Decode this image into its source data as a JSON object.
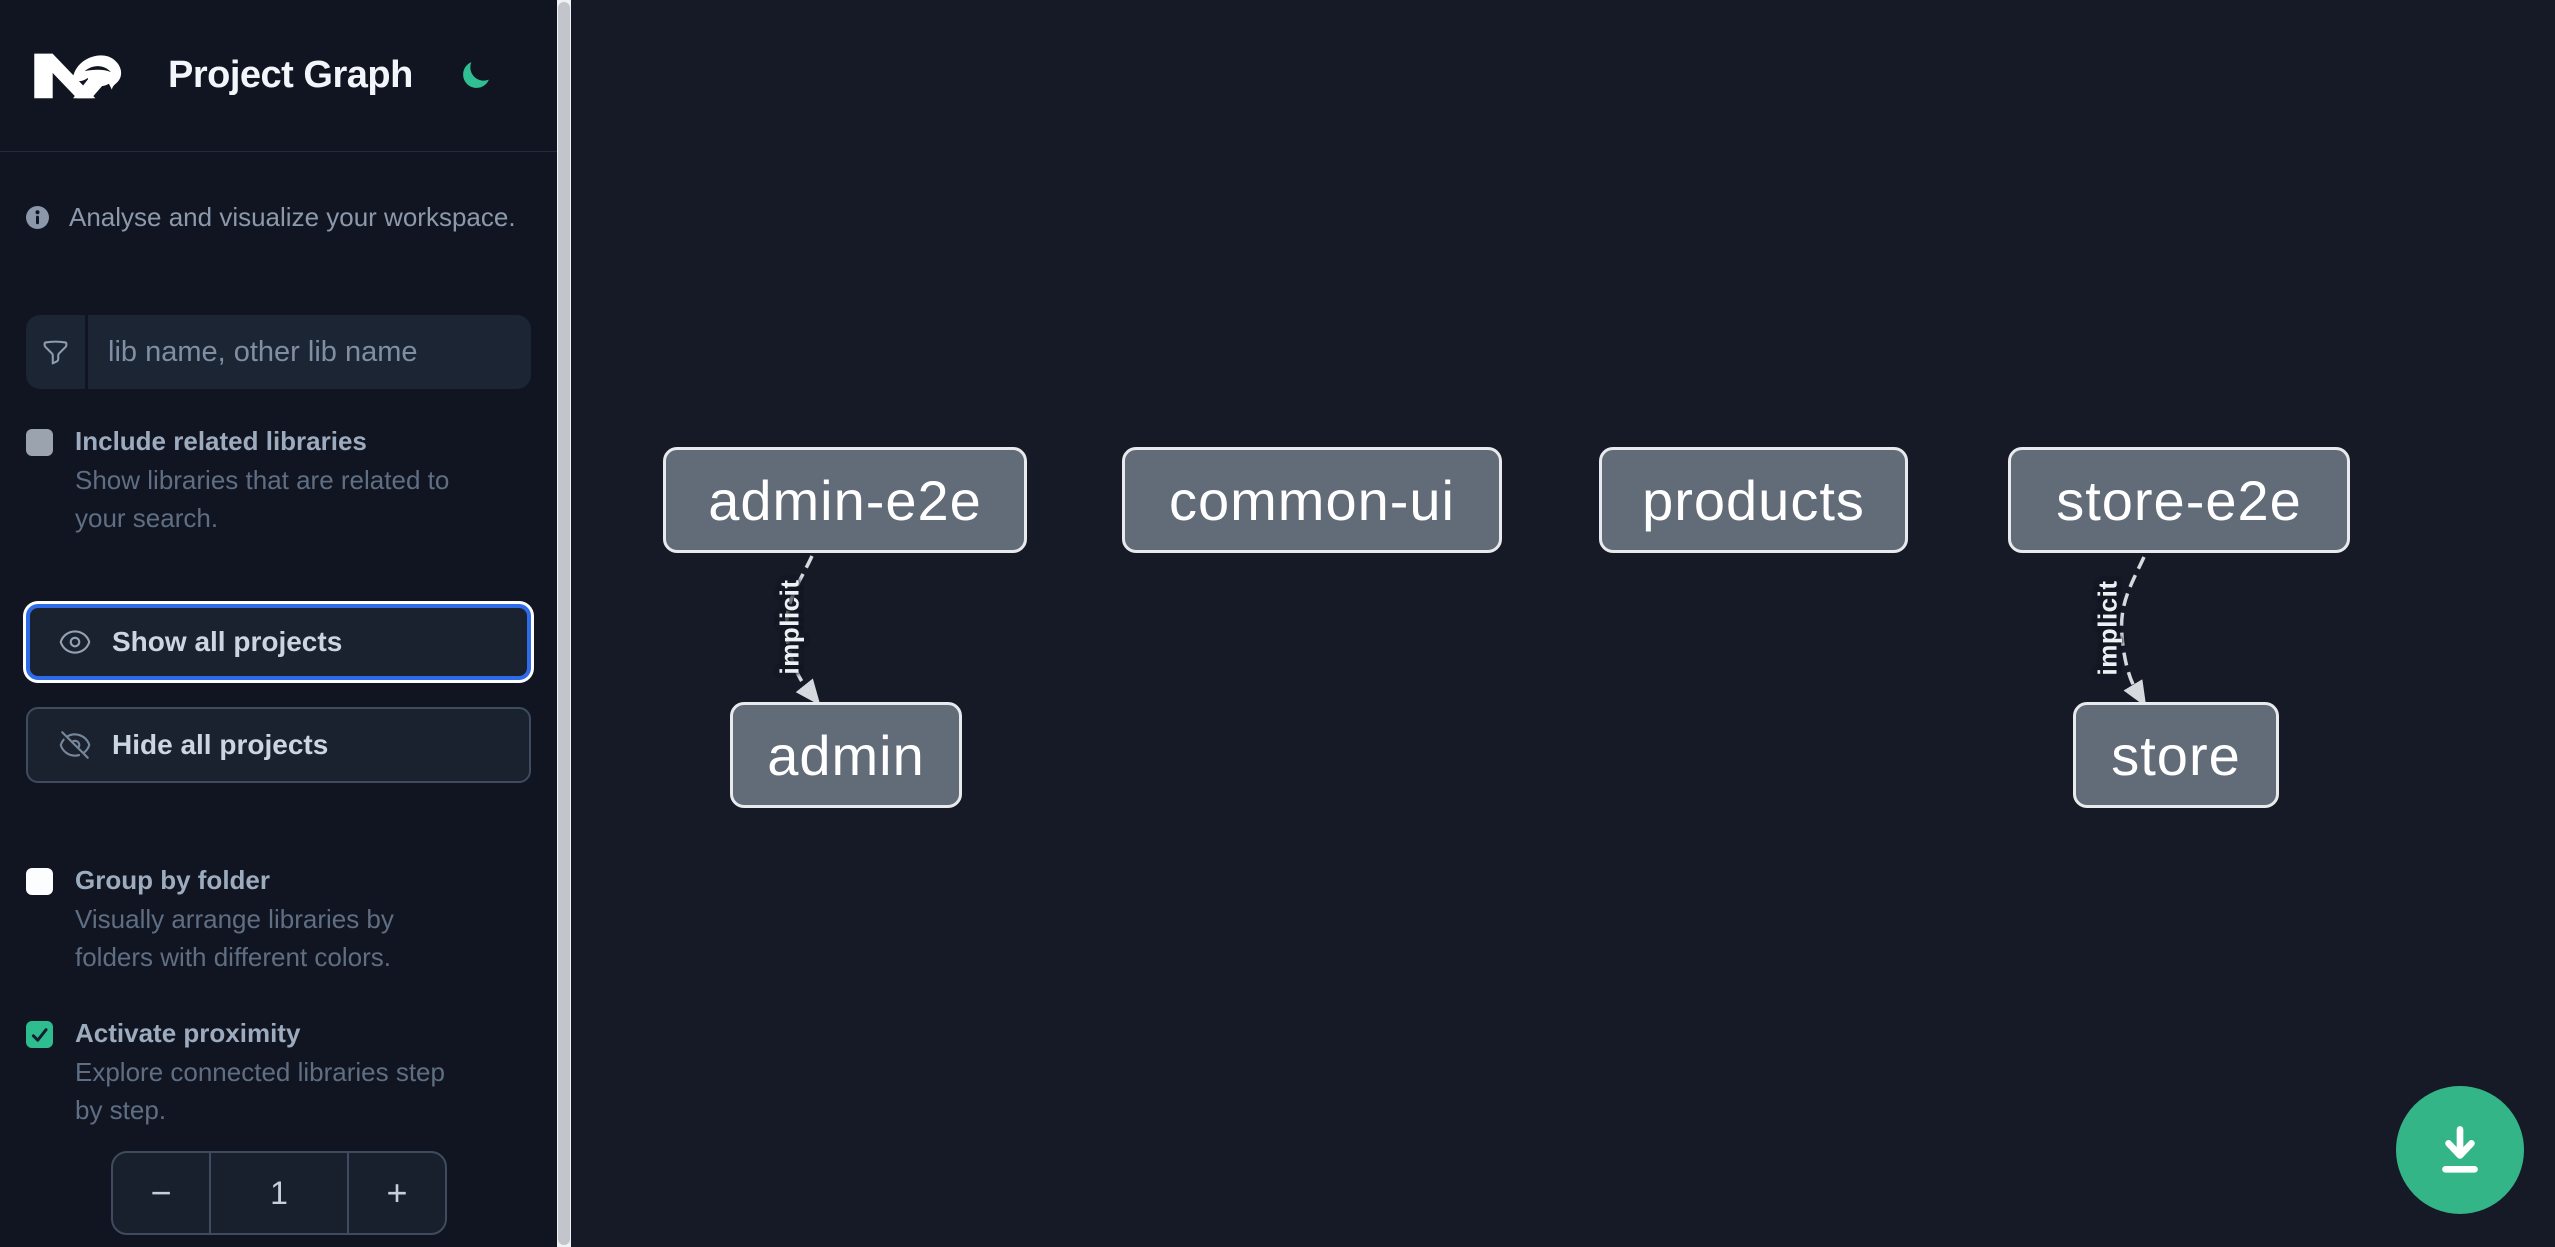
{
  "header": {
    "logo_alt": "Nx",
    "title": "Project Graph"
  },
  "sidebar": {
    "info_text": "Analyse and visualize your workspace.",
    "filter_placeholder": "lib name, other lib name",
    "include_related": {
      "label": "Include related libraries",
      "description": "Show libraries that are related to\nyour search.",
      "checked": false
    },
    "show_all_label": "Show all projects",
    "hide_all_label": "Hide all projects",
    "group_by_folder": {
      "label": "Group by folder",
      "description": "Visually arrange libraries by\nfolders with different colors.",
      "checked": false
    },
    "activate_proximity": {
      "label": "Activate proximity",
      "description": "Explore connected libraries step\nby step.",
      "checked": true
    },
    "proximity_stepper": {
      "decrement_label": "−",
      "value": "1",
      "increment_label": "+"
    }
  },
  "graph": {
    "nodes": [
      {
        "label": "admin-e2e"
      },
      {
        "label": "common-ui"
      },
      {
        "label": "products"
      },
      {
        "label": "store-e2e"
      },
      {
        "label": "admin"
      },
      {
        "label": "store"
      }
    ],
    "edges": [
      {
        "source": "admin-e2e",
        "target": "admin",
        "label": "implicit",
        "style": "dashed"
      },
      {
        "source": "store-e2e",
        "target": "store",
        "label": "implicit",
        "style": "dashed"
      }
    ]
  },
  "fab": {
    "icon": "download-icon"
  },
  "colors": {
    "accent_green": "#2ebd8e",
    "fab_green": "#34b588",
    "focus_blue": "#2e6be8",
    "node_fill": "#626b78",
    "node_border": "#e8eaee",
    "edge": "#d6d9dd",
    "sidebar_bg": "#101521",
    "canvas_bg": "#151a26"
  }
}
